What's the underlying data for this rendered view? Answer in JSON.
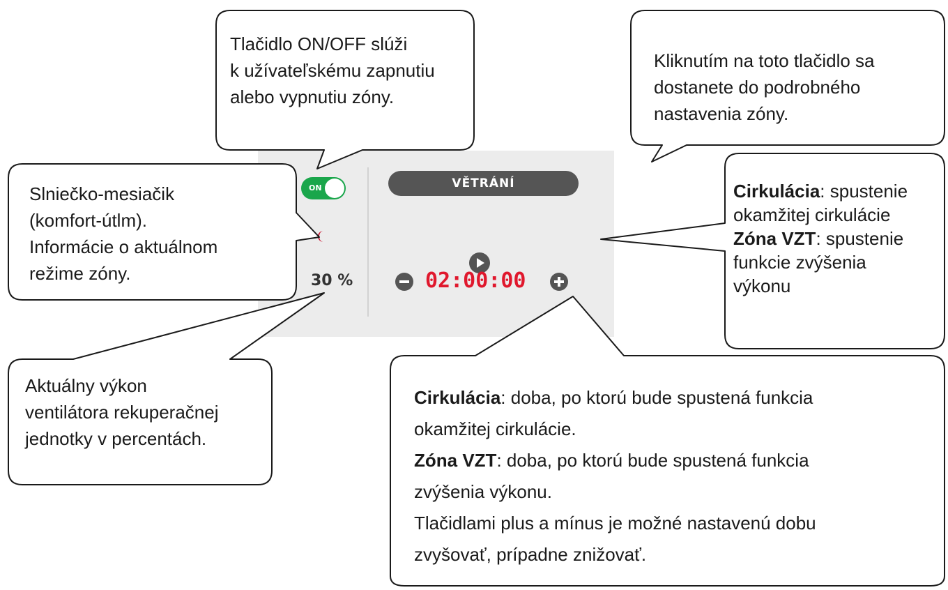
{
  "callouts": {
    "onoff": {
      "lines": [
        "Tlačidlo ON/OFF slúži",
        "k užívateľskému zapnutiu",
        "alebo vypnutiu zóny."
      ]
    },
    "zone_settings": {
      "lines": [
        "Kliknutím na toto tlačidlo sa",
        "dostanete do podrobného",
        "nastavenia zóny."
      ]
    },
    "sun_moon": {
      "lines": [
        "Slniečko-mesiačik",
        "(komfort-útlm).",
        "Informácie o aktuálnom",
        "režime zóny."
      ]
    },
    "circulation_start": {
      "bold1": "Cirkulácia",
      "rest1": ": spustenie",
      "line2": "okamžitej cirkulácie",
      "bold3": "Zóna VZT",
      "rest3": ": spustenie",
      "line4": "funkcie zvýšenia",
      "line5": "výkonu"
    },
    "fan_power": {
      "lines": [
        "Aktuálny výkon",
        "ventilátora rekuperačnej",
        "jednotky v percentách."
      ]
    },
    "timer_info": {
      "bold1": "Cirkulácia",
      "rest1": ": doba, po ktorú bude spustená funkcia",
      "line2": "okamžitej cirkulácie.",
      "bold3": "Zóna VZT",
      "rest3": ": doba, po ktorú bude spustená funkcia",
      "line4": "zvýšenia výkonu.",
      "line5": "Tlačidlami plus a mínus je možné nastavenú dobu",
      "line6": "zvyšovať, prípadne znižovať."
    }
  },
  "widget": {
    "toggle_label": "ON",
    "fan_percent": "30 %",
    "zone_name": "VĚTRÁNÍ",
    "timer": "02:00:00",
    "colors": {
      "toggle_on": "#1aa64b",
      "moon": "#c8102e",
      "timer": "#e0182d",
      "button": "#555555"
    },
    "icons": [
      "moon-icon",
      "fan-icon",
      "play-icon",
      "minus-icon",
      "plus-icon"
    ]
  }
}
